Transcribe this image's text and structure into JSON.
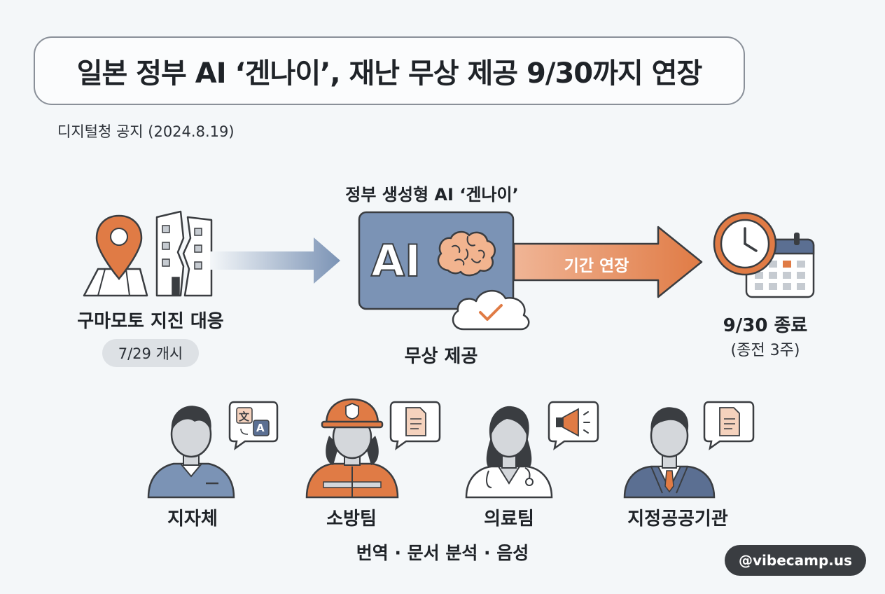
{
  "title": "일본 정부 AI ‘겐나이’, 재난 무상 제공 9/30까지 연장",
  "subtitle": "디지털청 공지 (2024.8.19)",
  "left_node": {
    "label": "구마모토 지진 대응",
    "badge": "7/29 개시",
    "icons": [
      "location-pin-icon",
      "cracked-building-icon"
    ]
  },
  "center_node": {
    "heading": "정부 생성형 AI ‘겐나이’",
    "panel_text": "AI",
    "label": "무상 제공",
    "icons": [
      "brain-icon",
      "cloud-check-icon"
    ]
  },
  "arrow_right_label": "기간 연장",
  "right_node": {
    "label": "9/30 종료",
    "sublabel": "(종전 3주)",
    "icons": [
      "clock-icon",
      "calendar-icon"
    ]
  },
  "users": [
    {
      "label": "지자체",
      "bubble_icon": "translate-icon",
      "bubble_letters": [
        "文",
        "A"
      ]
    },
    {
      "label": "소방팀",
      "bubble_icon": "document-icon"
    },
    {
      "label": "의료팀",
      "bubble_icon": "megaphone-icon"
    },
    {
      "label": "지정공공기관",
      "bubble_icon": "document-icon"
    }
  ],
  "features": "번역 · 문서 분석 · 음성",
  "watermark": "@vibecamp.us",
  "colors": {
    "accent_orange": "#e07b45",
    "panel_blue": "#7b93b5",
    "person_grey": "#d4d7db",
    "navy": "#5b6f92"
  }
}
